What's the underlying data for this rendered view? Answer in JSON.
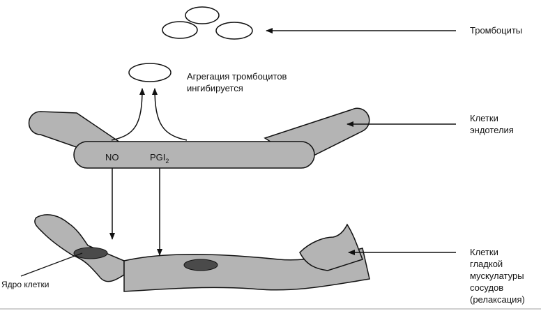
{
  "labels": {
    "platelets": "Тромбоциты",
    "aggregation_line1": "Агрегация тромбоцитов",
    "aggregation_line2": "ингибируется",
    "endothelium_line1": "Клетки",
    "endothelium_line2": "эндотелия",
    "no": "NO",
    "pgi_main": "PGI",
    "pgi_sub": "2",
    "smooth_muscle_line1": "Клетки",
    "smooth_muscle_line2": "гладкой",
    "smooth_muscle_line3": "мускулатуры",
    "smooth_muscle_line4": "сосудов",
    "smooth_muscle_line5": "(релаксация)",
    "nucleus": "Ядро клетки"
  },
  "colors": {
    "cell_fill": "#b4b4b4",
    "nucleus_fill": "#4a4a4a",
    "stroke": "#111111",
    "platelet_fill": "#ffffff"
  }
}
